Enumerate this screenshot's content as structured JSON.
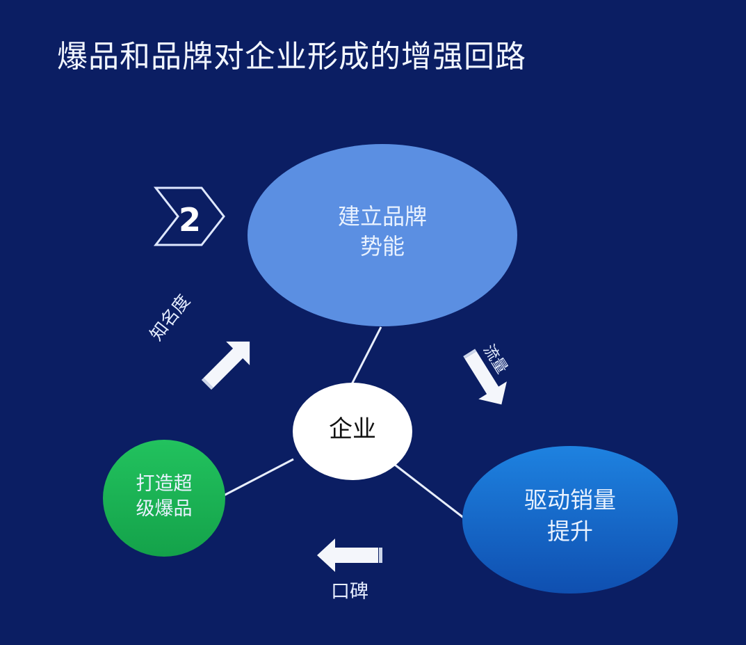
{
  "title": "爆品和品牌对企业形成的增强回路",
  "step_badge": {
    "number": "2"
  },
  "nodes": {
    "brand": {
      "label": "建立品牌\n势能",
      "color": "#5b8fe2"
    },
    "core": {
      "label": "企业",
      "color": "#ffffff"
    },
    "hit_product": {
      "label": "打造超\n级爆品",
      "color": "#1fb85a"
    },
    "sales": {
      "label": "驱动销量\n提升",
      "color": "#1a6fd0"
    }
  },
  "edges": {
    "awareness": {
      "label": "知名度",
      "icon": "arrow-up-right"
    },
    "traffic": {
      "label": "流量",
      "icon": "arrow-down-right"
    },
    "word_of_mouth": {
      "label": "口碑",
      "icon": "arrow-left"
    }
  },
  "colors": {
    "background": "#0b1e63",
    "text": "#f2f6ff"
  }
}
